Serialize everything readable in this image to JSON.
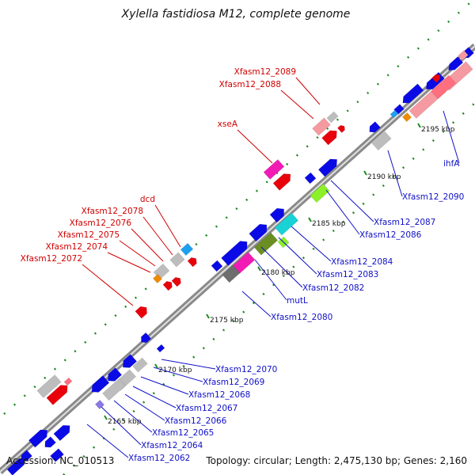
{
  "title": "Xylella fastidiosa M12, complete genome",
  "footer": {
    "accession": "Accession: NC_010513",
    "topology": "Topology: circular; Length: 2,475,130 bp; Genes: 2,160"
  },
  "colors": {
    "blue": "#0a0ae6",
    "red": "#e8000a",
    "pink": "#ff6f80",
    "lightpink": "#f59aa0",
    "gray": "#bdbdbd",
    "darkgray": "#6e6e6e",
    "magenta": "#f21ab4",
    "olive": "#6b8e23",
    "cyan": "#19d2d6",
    "lime": "#8cf028",
    "orange": "#f08a00",
    "violet": "#8a78e6",
    "skyblue": "#1ea0f0",
    "labelRed": "#d00000",
    "labelBlue": "#1010c8",
    "dot": "#1f8a1f"
  },
  "ticks": [
    "2165 kbp",
    "2170 kbp",
    "2175 kbp",
    "2180 kbp",
    "2185 kbp",
    "2190 kbp",
    "2195 kbp"
  ],
  "labels_red": [
    "Xfasm12_2089",
    "Xfasm12_2088",
    "xseA",
    "dcd",
    "Xfasm12_2078",
    "Xfasm12_2076",
    "Xfasm12_2075",
    "Xfasm12_2074",
    "Xfasm12_2072"
  ],
  "labels_blue": [
    "ihfA",
    "Xfasm12_2090",
    "Xfasm12_2087",
    "Xfasm12_2086",
    "Xfasm12_2084",
    "Xfasm12_2083",
    "Xfasm12_2082",
    "mutL",
    "Xfasm12_2080",
    "Xfasm12_2070",
    "Xfasm12_2069",
    "Xfasm12_2068",
    "Xfasm12_2067",
    "Xfasm12_2066",
    "Xfasm12_2065",
    "Xfasm12_2064",
    "Xfasm12_2062"
  ]
}
